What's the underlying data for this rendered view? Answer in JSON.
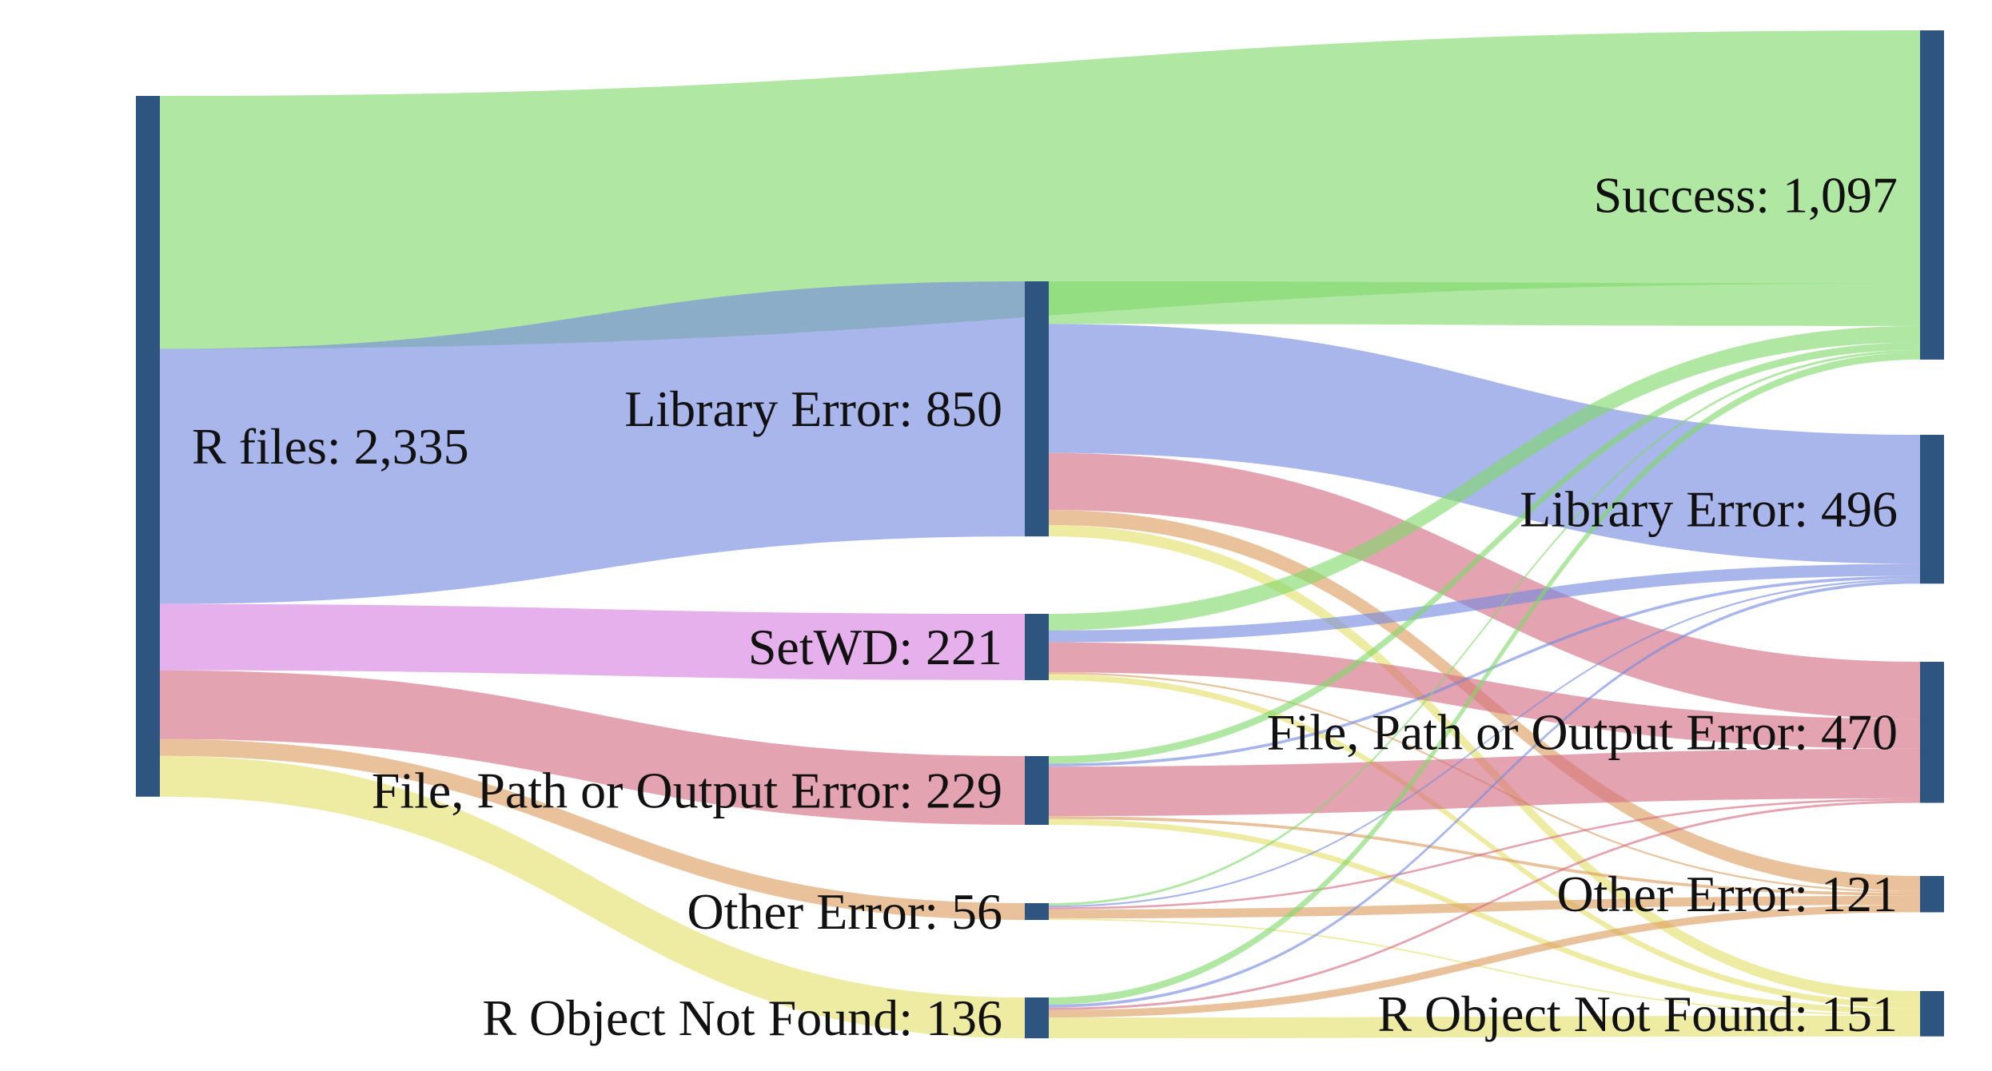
{
  "diagram": {
    "type": "sankey",
    "node_color": "#2d5580",
    "stages": [
      {
        "nodes": [
          {
            "id": "rfiles",
            "label": "R files: 2,335",
            "value": 2335
          }
        ]
      },
      {
        "nodes": [
          {
            "id": "lib1",
            "label": "Library Error: 850",
            "value": 850
          },
          {
            "id": "setwd",
            "label": "SetWD: 221",
            "value": 221
          },
          {
            "id": "file1",
            "label": "File, Path or Output Error: 229",
            "value": 229
          },
          {
            "id": "other1",
            "label": "Other Error: 56",
            "value": 56
          },
          {
            "id": "robj1",
            "label": "R Object Not Found: 136",
            "value": 136
          }
        ]
      },
      {
        "nodes": [
          {
            "id": "success",
            "label": "Success: 1,097",
            "value": 1097
          },
          {
            "id": "lib2",
            "label": "Library Error: 496",
            "value": 496
          },
          {
            "id": "file2",
            "label": "File, Path or Output Error: 470",
            "value": 470
          },
          {
            "id": "other2",
            "label": "Other Error: 121",
            "value": 121
          },
          {
            "id": "robj2",
            "label": "R Object Not Found: 151",
            "value": 151
          }
        ]
      }
    ],
    "category_colors": {
      "success": "#7fd86a",
      "library": "#7589de",
      "setwd": "#d77fe0",
      "file": "#d46a80",
      "other": "#dc9c5e",
      "robject": "#e3de6a"
    },
    "links": [
      {
        "from": "rfiles",
        "to": "success",
        "value": 843,
        "category": "success"
      },
      {
        "from": "rfiles",
        "to": "lib1",
        "value": 850,
        "category": "library"
      },
      {
        "from": "rfiles",
        "to": "setwd",
        "value": 221,
        "category": "setwd"
      },
      {
        "from": "rfiles",
        "to": "file1",
        "value": 229,
        "category": "file"
      },
      {
        "from": "rfiles",
        "to": "other1",
        "value": 56,
        "category": "other"
      },
      {
        "from": "rfiles",
        "to": "robj1",
        "value": 136,
        "category": "robject"
      },
      {
        "from": "lib1",
        "to": "success",
        "value": 142,
        "category": "success"
      },
      {
        "from": "lib1",
        "to": "lib2",
        "value": 430,
        "category": "library"
      },
      {
        "from": "lib1",
        "to": "file2",
        "value": 190,
        "category": "file"
      },
      {
        "from": "lib1",
        "to": "other2",
        "value": 50,
        "category": "other"
      },
      {
        "from": "lib1",
        "to": "robj2",
        "value": 38,
        "category": "robject"
      },
      {
        "from": "setwd",
        "to": "success",
        "value": 55,
        "category": "success"
      },
      {
        "from": "setwd",
        "to": "lib2",
        "value": 40,
        "category": "library"
      },
      {
        "from": "setwd",
        "to": "file2",
        "value": 100,
        "category": "file"
      },
      {
        "from": "setwd",
        "to": "other2",
        "value": 6,
        "category": "other"
      },
      {
        "from": "setwd",
        "to": "robj2",
        "value": 20,
        "category": "robject"
      },
      {
        "from": "file1",
        "to": "success",
        "value": 25,
        "category": "success"
      },
      {
        "from": "file1",
        "to": "lib2",
        "value": 10,
        "category": "library"
      },
      {
        "from": "file1",
        "to": "file2",
        "value": 165,
        "category": "file"
      },
      {
        "from": "file1",
        "to": "other2",
        "value": 10,
        "category": "other"
      },
      {
        "from": "file1",
        "to": "robj2",
        "value": 19,
        "category": "robject"
      },
      {
        "from": "other1",
        "to": "success",
        "value": 8,
        "category": "success"
      },
      {
        "from": "other1",
        "to": "lib2",
        "value": 6,
        "category": "library"
      },
      {
        "from": "other1",
        "to": "file2",
        "value": 7,
        "category": "file"
      },
      {
        "from": "other1",
        "to": "other2",
        "value": 30,
        "category": "other"
      },
      {
        "from": "other1",
        "to": "robj2",
        "value": 5,
        "category": "robject"
      },
      {
        "from": "robj1",
        "to": "success",
        "value": 24,
        "category": "success"
      },
      {
        "from": "robj1",
        "to": "lib2",
        "value": 10,
        "category": "library"
      },
      {
        "from": "robj1",
        "to": "file2",
        "value": 8,
        "category": "file"
      },
      {
        "from": "robj1",
        "to": "other2",
        "value": 25,
        "category": "other"
      },
      {
        "from": "robj1",
        "to": "robj2",
        "value": 69,
        "category": "robject"
      }
    ]
  }
}
